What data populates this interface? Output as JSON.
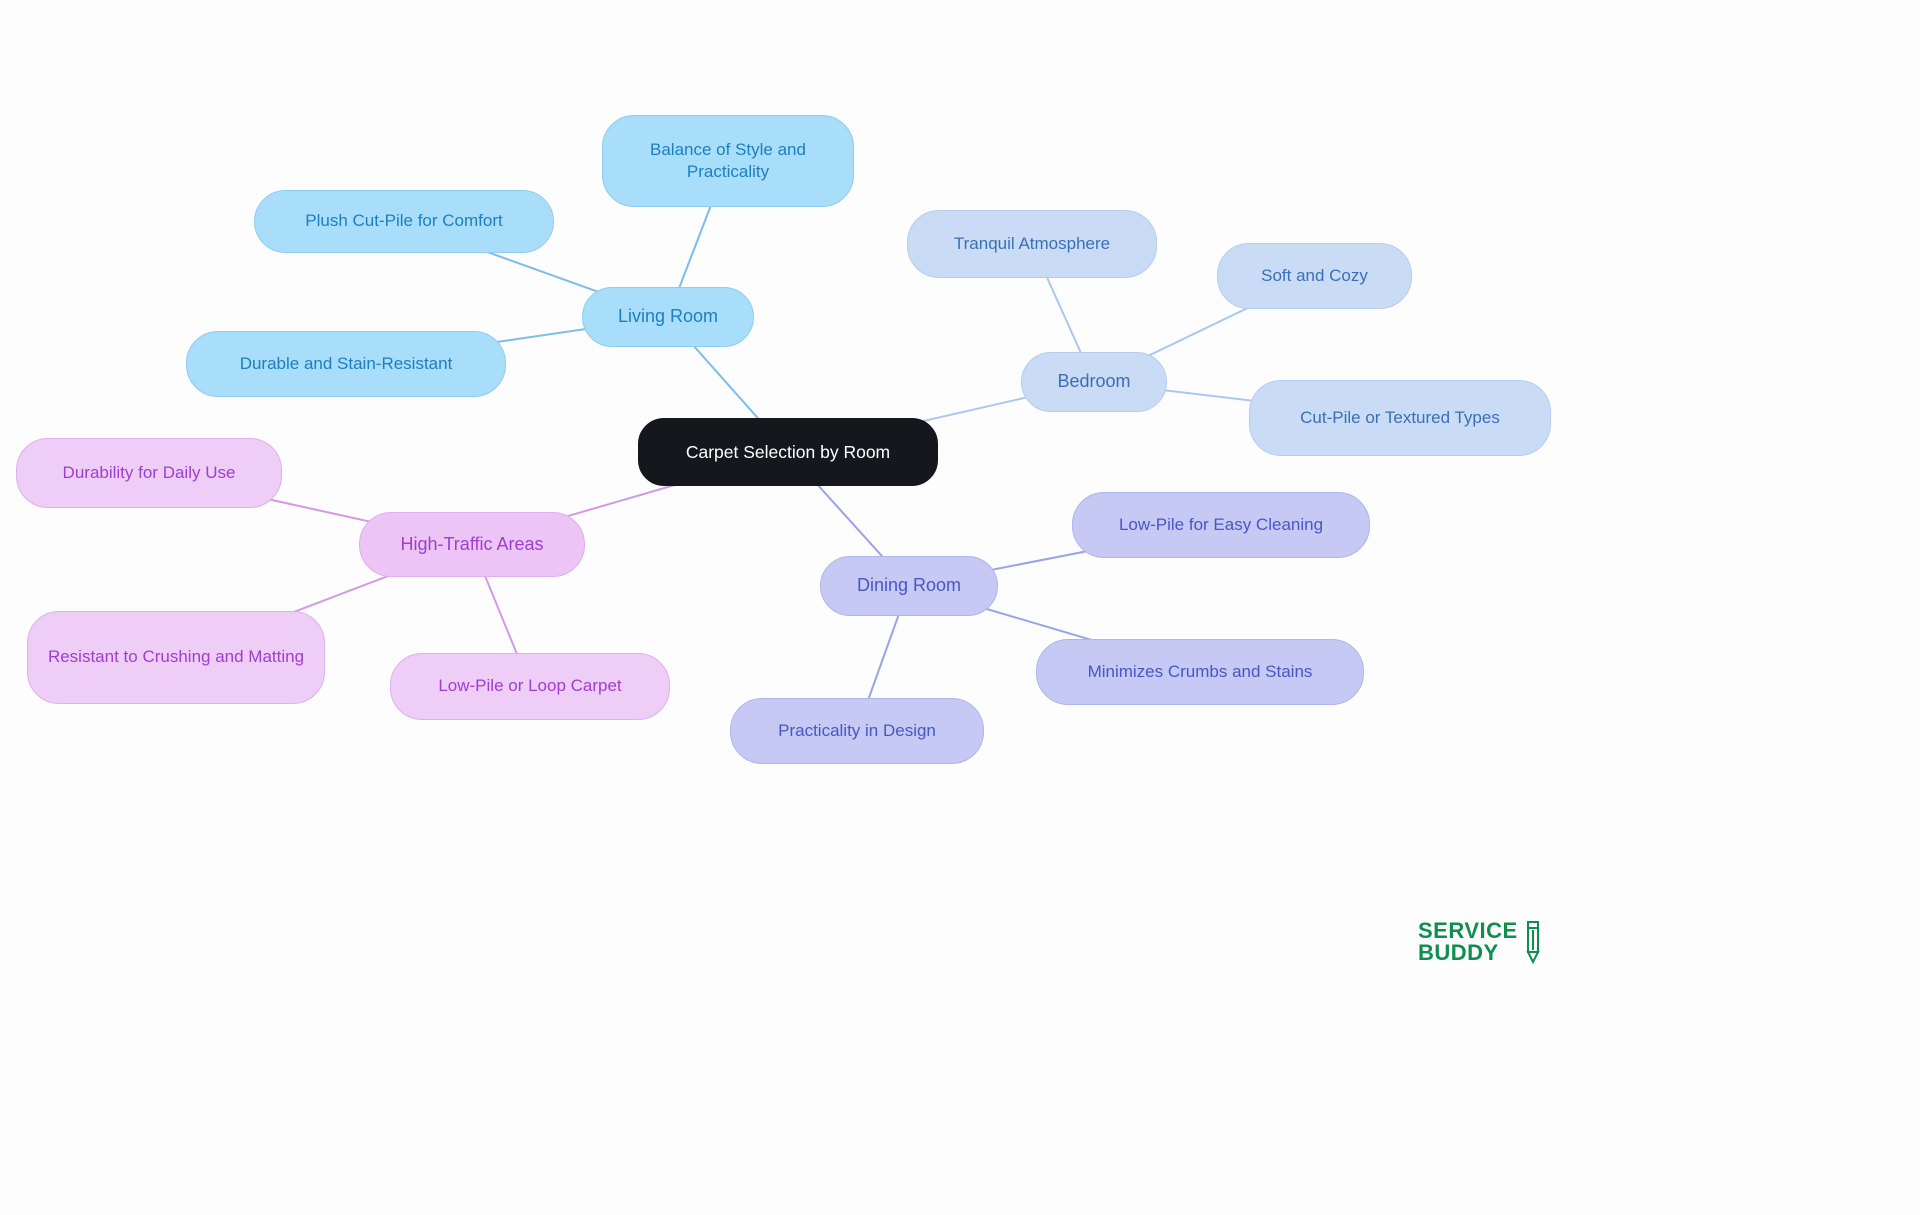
{
  "diagram": {
    "title": "Carpet Selection by Room",
    "type": "mindmap"
  },
  "mindmap": {
    "center": {
      "label": "Carpet Selection by Room",
      "bg": "#15171d",
      "text_color": "#ffffff"
    },
    "branches": [
      {
        "id": "living-room",
        "label": "Living Room",
        "text_color": "#1d7fc0",
        "fill": "#a8def9",
        "edge_color": "#7cbde9",
        "children": [
          "Balance of Style and Practicality",
          "Plush Cut-Pile for Comfort",
          "Durable and Stain-Resistant"
        ]
      },
      {
        "id": "bedroom",
        "label": "Bedroom",
        "text_color": "#3a6fb6",
        "fill": "#cadcf5",
        "edge_color": "#a9c8ee",
        "children": [
          "Tranquil Atmosphere",
          "Soft and Cozy",
          "Cut-Pile or Textured Types"
        ]
      },
      {
        "id": "dining-room",
        "label": "Dining Room",
        "text_color": "#4a56c6",
        "fill": "#c5c9f3",
        "edge_color": "#9aa3e8",
        "children": [
          "Low-Pile for Easy Cleaning",
          "Minimizes Crumbs and Stains",
          "Practicality in Design"
        ]
      },
      {
        "id": "high-traffic-areas",
        "label": "High-Traffic Areas",
        "text_color": "#a03ecf",
        "fill": "#ecc4f6",
        "edge_color": "#d29ae4",
        "children": [
          "Durability for Daily Use",
          "Resistant to Crushing and Matting",
          "Low-Pile or Loop Carpet"
        ]
      }
    ]
  },
  "logo": {
    "line1": "SERVICE",
    "line2": "BUDDY",
    "color": "#0f8f4f",
    "icon": "pencil-icon"
  }
}
